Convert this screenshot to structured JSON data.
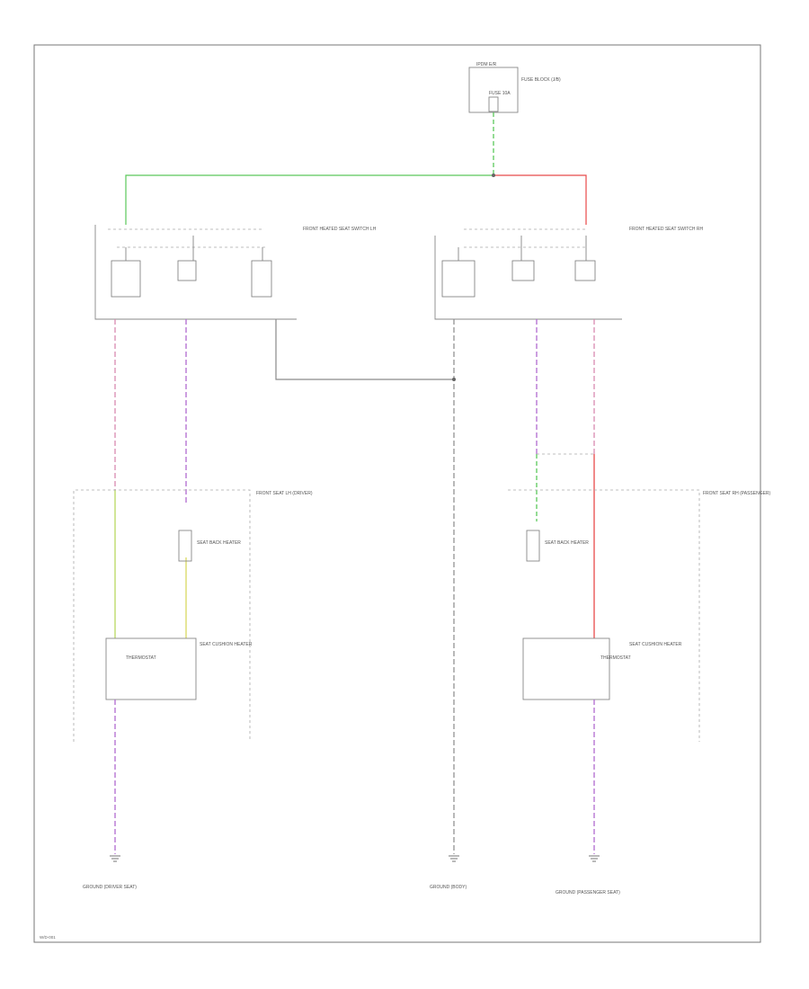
{
  "labels": {
    "top_connector_a": "IPDM E/R",
    "top_connector_b": "FUSE BLOCK (J/B)",
    "top_fuse": "FUSE 10A",
    "left_switch": "FRONT HEATED SEAT SWITCH LH",
    "right_switch": "FRONT HEATED SEAT SWITCH RH",
    "left_seat": "FRONT SEAT LH (DRIVER)",
    "right_seat": "FRONT SEAT RH (PASSENGER)",
    "left_heater": "SEAT BACK HEATER",
    "right_heater": "SEAT BACK HEATER",
    "left_cushion": "SEAT CUSHION HEATER",
    "right_cushion": "SEAT CUSHION HEATER",
    "left_thermostat": "THERMOSTAT",
    "right_thermostat": "THERMOSTAT",
    "ground_left": "GROUND (DRIVER SEAT)",
    "ground_center": "GROUND (BODY)",
    "ground_right": "GROUND (PASSENGER SEAT)",
    "page_ref": "W/D-001"
  },
  "colors": {
    "green": "#5ac85a",
    "red": "#e84a4a",
    "pink": "#d98ab0",
    "purple": "#b06ad0",
    "yellow": "#d8d860",
    "gray": "#8a8a8a"
  }
}
